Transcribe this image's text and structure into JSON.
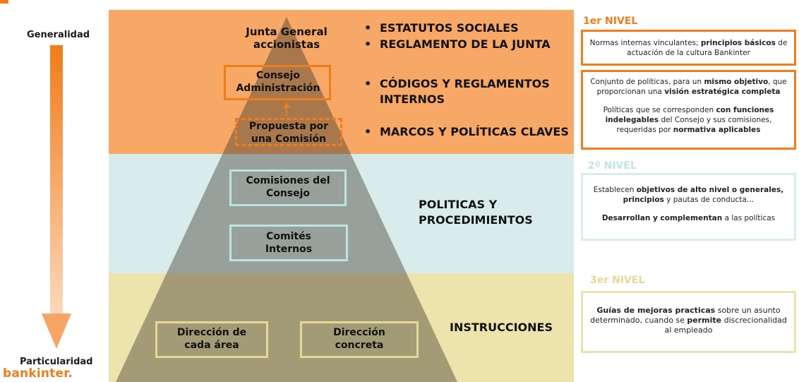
{
  "axis": {
    "top_label": "Generalidad",
    "bottom_label": "Particularidad",
    "brand": "bankinter."
  },
  "pyramid": {
    "junta": "Junta General accionistas",
    "consejo": "Consejo Administración",
    "propuesta": "Propuesta por una Comisión",
    "comisiones": "Comisiones del Consejo",
    "comites": "Comités Internos",
    "direccion_area": "Dirección de cada área",
    "direccion_concreta": "Dirección concreta"
  },
  "level1_bullets": [
    "ESTATUTOS SOCIALES",
    "REGLAMENTO DE LA JUNTA",
    "CÓDIGOS Y REGLAMENTOS INTERNOS",
    "MARCOS Y POLÍTICAS CLAVES"
  ],
  "level2_category": "POLITICAS Y PROCEDIMIENTOS",
  "level3_category": "INSTRUCCIONES",
  "levels": [
    {
      "title": "1er NIVEL",
      "box1": [
        {
          "t": "Normas internas vinculantes; ",
          "b": false
        },
        {
          "t": "principios básicos",
          "b": true
        },
        {
          "t": " de actuación de la cultura Bankinter",
          "b": false
        }
      ],
      "box2_p1": [
        {
          "t": "Conjunto de políticas, para un ",
          "b": false
        },
        {
          "t": "mismo objetivo",
          "b": true
        },
        {
          "t": ", que proporcionan una ",
          "b": false
        },
        {
          "t": "visión estratégica completa",
          "b": true
        }
      ],
      "box2_p2": [
        {
          "t": "Políticas que se corresponden ",
          "b": false
        },
        {
          "t": "con funciones indelegables",
          "b": true
        },
        {
          "t": " del Consejo y sus comisiones, requeridas por ",
          "b": false
        },
        {
          "t": "normativa aplicables",
          "b": true
        }
      ]
    },
    {
      "title": "2º NIVEL",
      "p1": [
        {
          "t": "Establecen ",
          "b": false
        },
        {
          "t": "objetivos de alto nivel o generales, principios",
          "b": true
        },
        {
          "t": " y pautas de conducta…",
          "b": false
        }
      ],
      "p2": [
        {
          "t": "Desarrollan y  complementan",
          "b": true
        },
        {
          "t": " a las políticas",
          "b": false
        }
      ]
    },
    {
      "title": "3er NIVEL",
      "p1": [
        {
          "t": "Guías de mejoras practicas",
          "b": true
        },
        {
          "t": " sobre un asunto determinado, cuando se ",
          "b": false
        },
        {
          "t": "permite",
          "b": true
        },
        {
          "t": " discrecionalidad al empleado",
          "b": false
        }
      ]
    }
  ],
  "colors": {
    "orange": "#f07c1a",
    "band1": "#f7a866",
    "band2": "#d9ecec",
    "band3": "#ece3ad",
    "teal_box": "#bfe3e3",
    "yellow_box": "#e6d79a"
  }
}
